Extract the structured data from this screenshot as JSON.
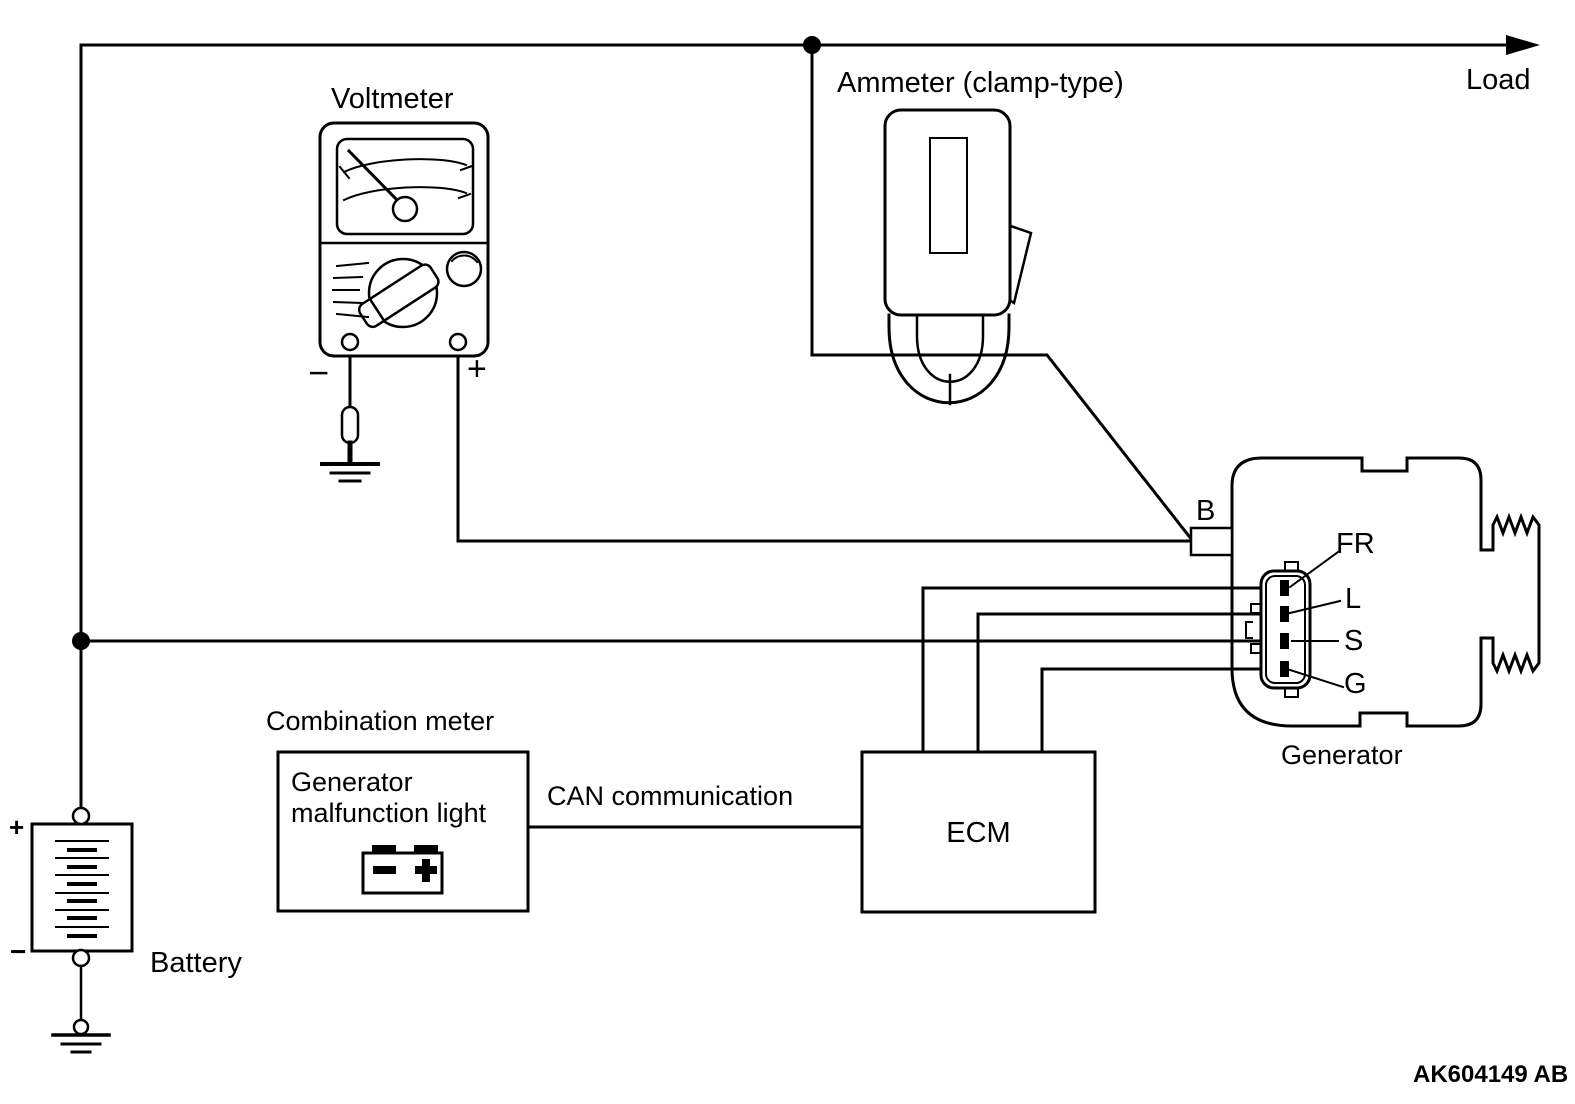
{
  "figure": {
    "code": "AK604149 AB"
  },
  "colors": {
    "line": "#000000",
    "background": "#ffffff"
  },
  "labels": {
    "voltmeter": "Voltmeter",
    "voltmeter_minus": "−",
    "voltmeter_plus": "+",
    "ammeter": "Ammeter (clamp-type)",
    "load": "Load",
    "terminal_b": "B",
    "pin_fr": "FR",
    "pin_l": "L",
    "pin_s": "S",
    "pin_g": "G",
    "generator": "Generator",
    "combination_meter": "Combination meter",
    "malfunction_light_line1": "Generator",
    "malfunction_light_line2": "malfunction light",
    "can": "CAN communication",
    "ecm": "ECM",
    "battery": "Battery",
    "battery_plus": "+",
    "battery_minus": "−"
  }
}
